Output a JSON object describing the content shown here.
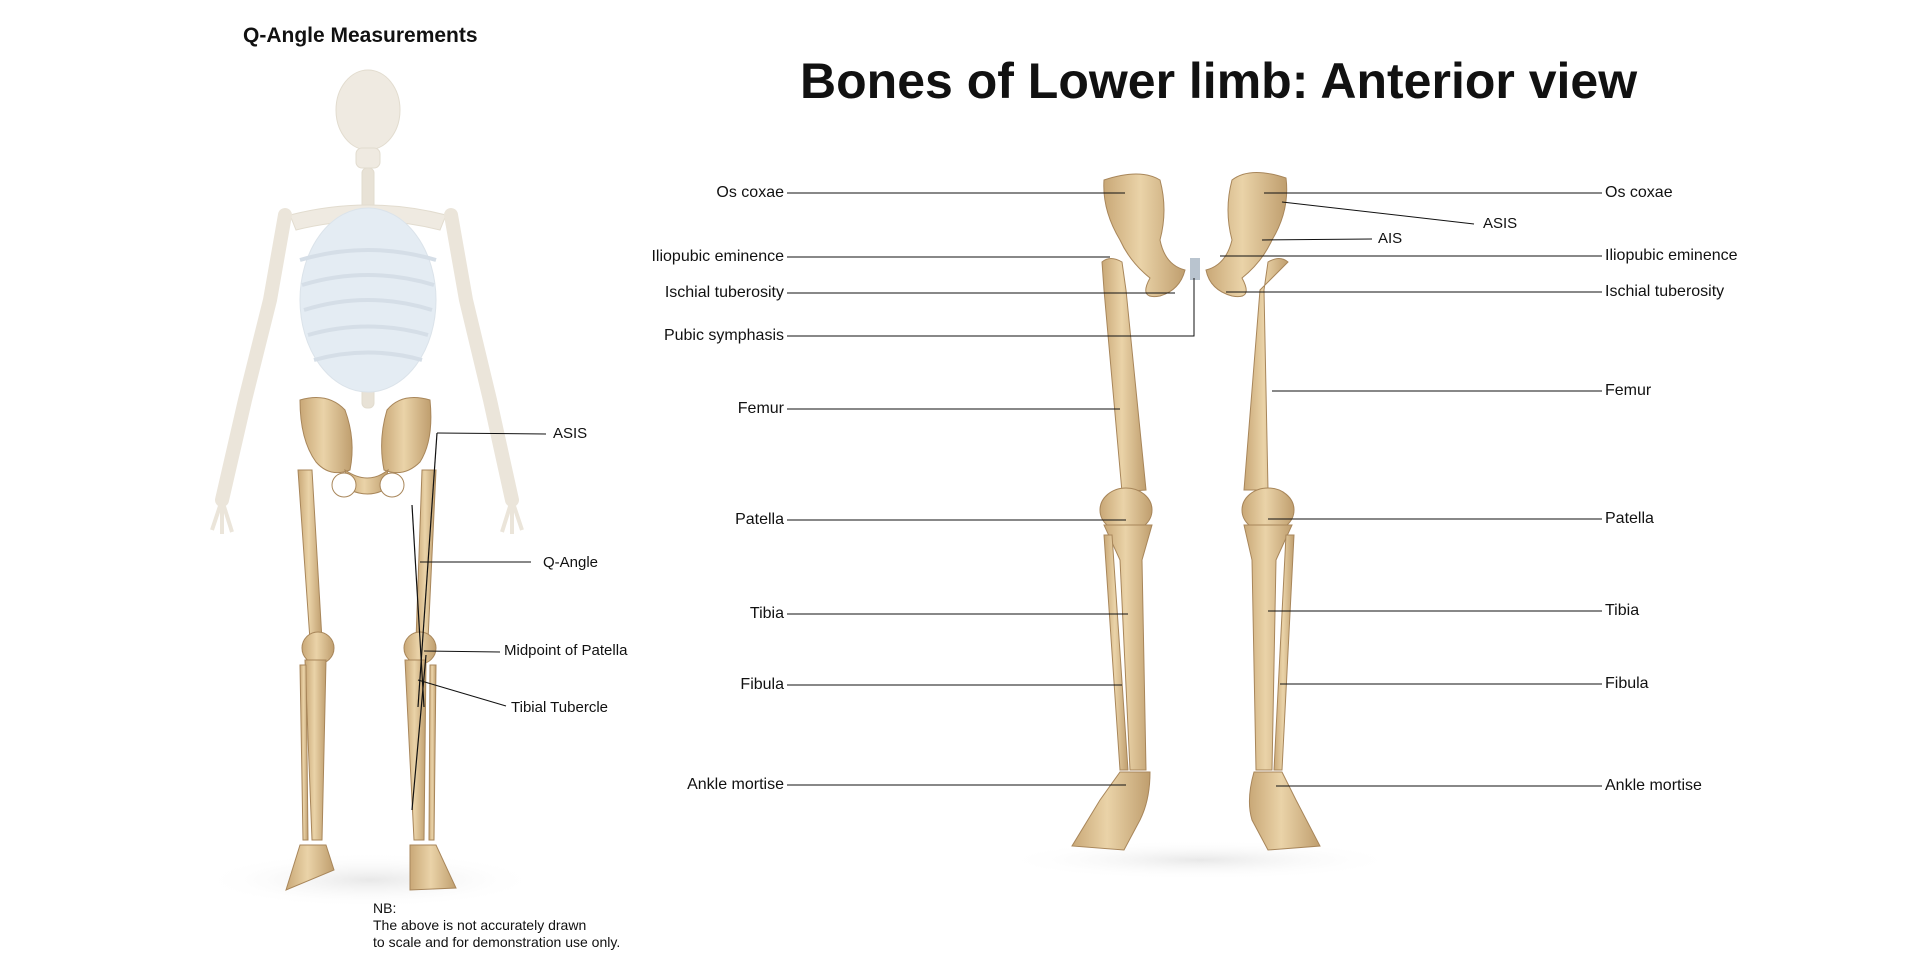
{
  "left_panel": {
    "title": "Q-Angle Measurements",
    "labels": {
      "asis": "ASIS",
      "q_angle": "Q-Angle",
      "midpoint_patella": "Midpoint of Patella",
      "tibial_tubercle": "Tibial Tubercle"
    },
    "note": {
      "heading": "NB:",
      "line1": "The above is not accurately drawn",
      "line2": "to scale and for demonstration use only."
    }
  },
  "main_panel": {
    "title": "Bones of Lower limb: Anterior view",
    "left_labels": {
      "os_coxae": "Os coxae",
      "iliopubic_eminence": "Iliopubic eminence",
      "ischial_tuberosity": "Ischial tuberosity",
      "pubic_symphasis": "Pubic symphasis",
      "femur": "Femur",
      "patella": "Patella",
      "tibia": "Tibia",
      "fibula": "Fibula",
      "ankle_mortise": "Ankle mortise"
    },
    "right_labels": {
      "os_coxae": "Os coxae",
      "asis": "ASIS",
      "ais": "AIS",
      "iliopubic_eminence": "Iliopubic eminence",
      "ischial_tuberosity": "Ischial tuberosity",
      "femur": "Femur",
      "patella": "Patella",
      "tibia": "Tibia",
      "fibula": "Fibula",
      "ankle_mortise": "Ankle mortise"
    }
  },
  "colors": {
    "bone": "#dcc092",
    "bone_dark": "#b8976a",
    "ghost": "#eee9df",
    "ghost_rib": "#dde7f0",
    "leader": "#111111"
  }
}
